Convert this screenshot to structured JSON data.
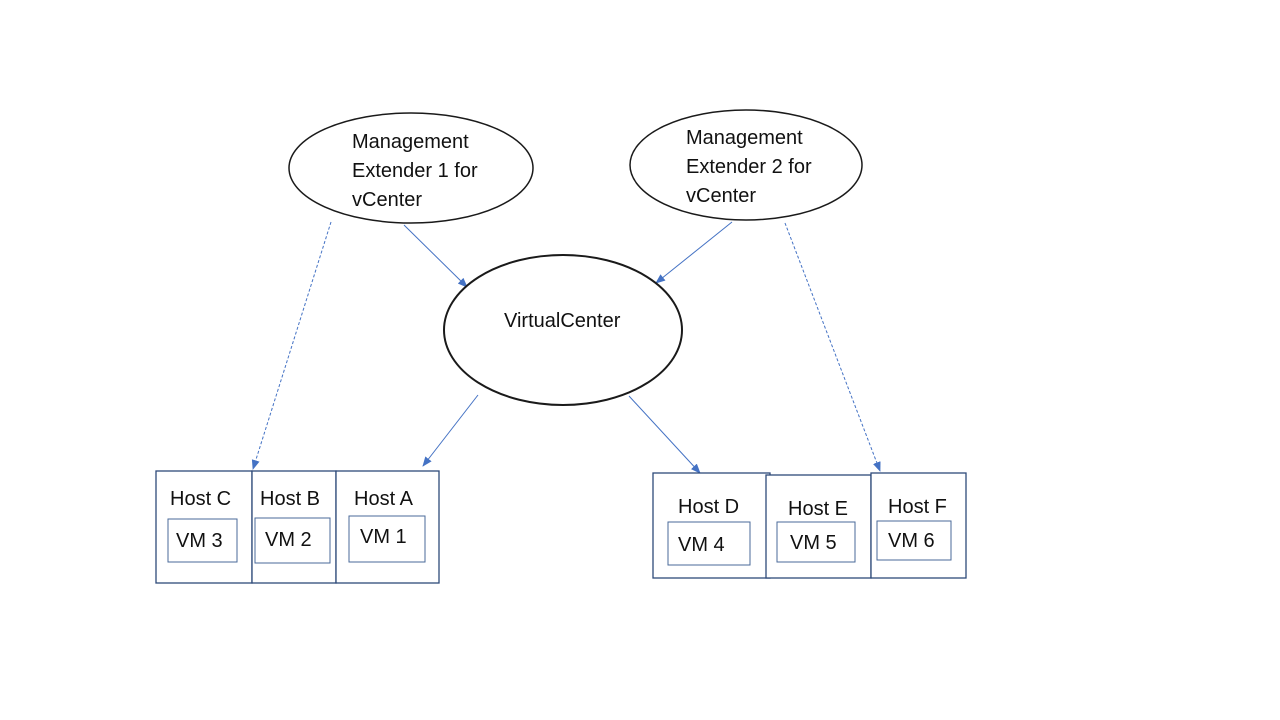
{
  "colors": {
    "arrow": "#4472c4",
    "box_stroke": "#2e4a7a",
    "ellipse_stroke": "#1a1a1a"
  },
  "nodes": {
    "extender1": {
      "lines": [
        "Management",
        "Extender 1 for",
        "vCenter"
      ]
    },
    "extender2": {
      "lines": [
        "Management",
        "Extender 2 for",
        "vCenter"
      ]
    },
    "virtualcenter": {
      "label": "VirtualCenter"
    }
  },
  "hosts": {
    "host_c": {
      "label": "Host C",
      "vm": "VM 3"
    },
    "host_b": {
      "label": "Host B",
      "vm": "VM 2"
    },
    "host_a": {
      "label": "Host A",
      "vm": "VM 1"
    },
    "host_d": {
      "label": "Host D",
      "vm": "VM 4"
    },
    "host_e": {
      "label": "Host E",
      "vm": "VM 5"
    },
    "host_f": {
      "label": "Host F",
      "vm": "VM 6"
    }
  }
}
